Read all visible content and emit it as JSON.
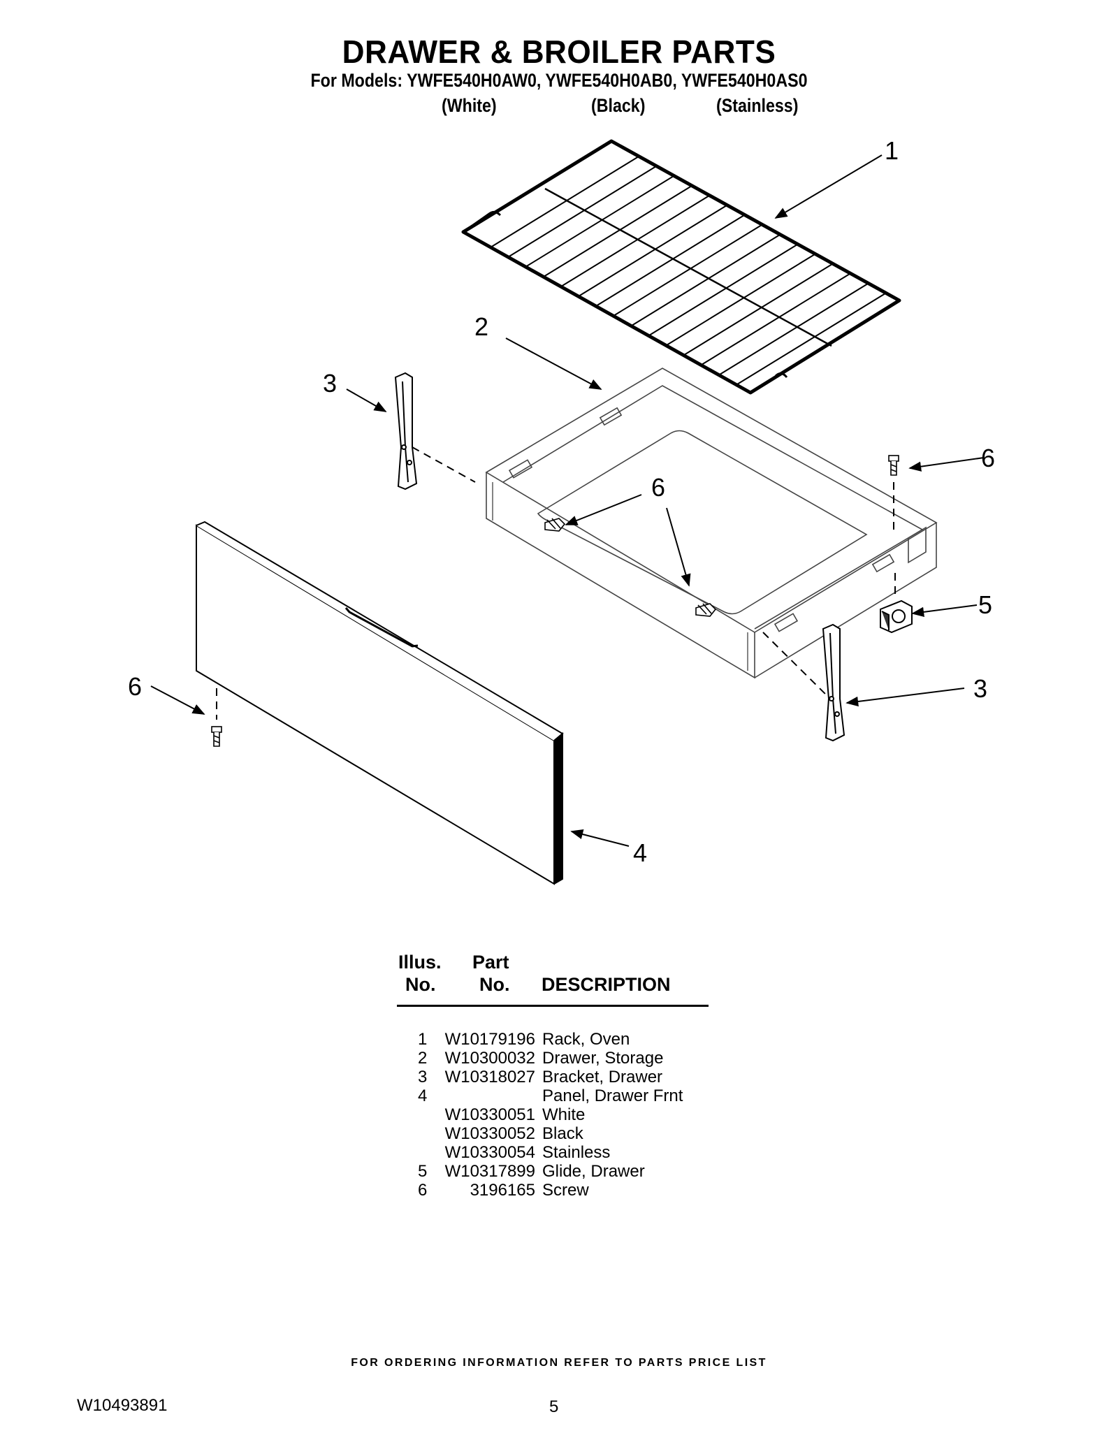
{
  "header": {
    "title": "DRAWER & BROILER PARTS",
    "models_line": "For Models: YWFE540H0AW0, YWFE540H0AB0, YWFE540H0AS0",
    "variants": [
      "(White)",
      "(Black)",
      "(Stainless)"
    ]
  },
  "callouts": [
    "1",
    "2",
    "3",
    "6",
    "6",
    "5",
    "6",
    "3",
    "4"
  ],
  "table": {
    "headers": {
      "illus_line1": "Illus.",
      "illus_line2": "No.",
      "part_line1": "Part",
      "part_line2": "No.",
      "description": "DESCRIPTION"
    },
    "rows": [
      {
        "illus": "1",
        "part": "W10179196",
        "desc": "Rack, Oven"
      },
      {
        "illus": "2",
        "part": "W10300032",
        "desc": "Drawer, Storage"
      },
      {
        "illus": "3",
        "part": "W10318027",
        "desc": "Bracket, Drawer"
      },
      {
        "illus": "4",
        "part": "",
        "desc": "Panel, Drawer Frnt"
      },
      {
        "illus": "",
        "part": "W10330051",
        "desc": "White"
      },
      {
        "illus": "",
        "part": "W10330052",
        "desc": "Black"
      },
      {
        "illus": "",
        "part": "W10330054",
        "desc": "Stainless"
      },
      {
        "illus": "5",
        "part": "W10317899",
        "desc": "Glide, Drawer"
      },
      {
        "illus": "6",
        "part": "3196165",
        "desc": "Screw"
      }
    ]
  },
  "footer": {
    "note": "FOR ORDERING INFORMATION REFER TO PARTS PRICE LIST",
    "doc_number": "W10493891",
    "page": "5"
  }
}
